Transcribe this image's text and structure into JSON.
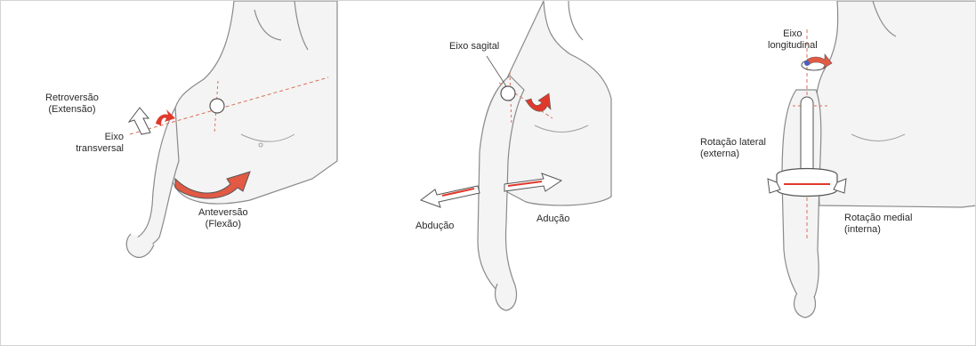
{
  "colors": {
    "skin_fill": "#f4f4f4",
    "outline": "#8a8a8a",
    "axis_line": "#d7705a",
    "arrow_red": "#e0392b",
    "arrow_outline": "#555555"
  },
  "panels": [
    {
      "id": "flexion-extension",
      "labels": {
        "retroversao": [
          "Retroversão",
          "(Extensão)"
        ],
        "eixo_transversal": [
          "Eixo",
          "transversal"
        ],
        "anteversao": [
          "Anteversão",
          "(Flexão)"
        ]
      }
    },
    {
      "id": "abduction-adduction",
      "labels": {
        "eixo_sagital": "Eixo sagital",
        "abducao": "Abdução",
        "aducao": "Adução"
      }
    },
    {
      "id": "rotation",
      "labels": {
        "eixo_longitudinal": [
          "Eixo",
          "longitudinal"
        ],
        "rotacao_lateral": [
          "Rotação lateral",
          "(externa)"
        ],
        "rotacao_medial": [
          "Rotação medial",
          "(interna)"
        ]
      }
    }
  ]
}
